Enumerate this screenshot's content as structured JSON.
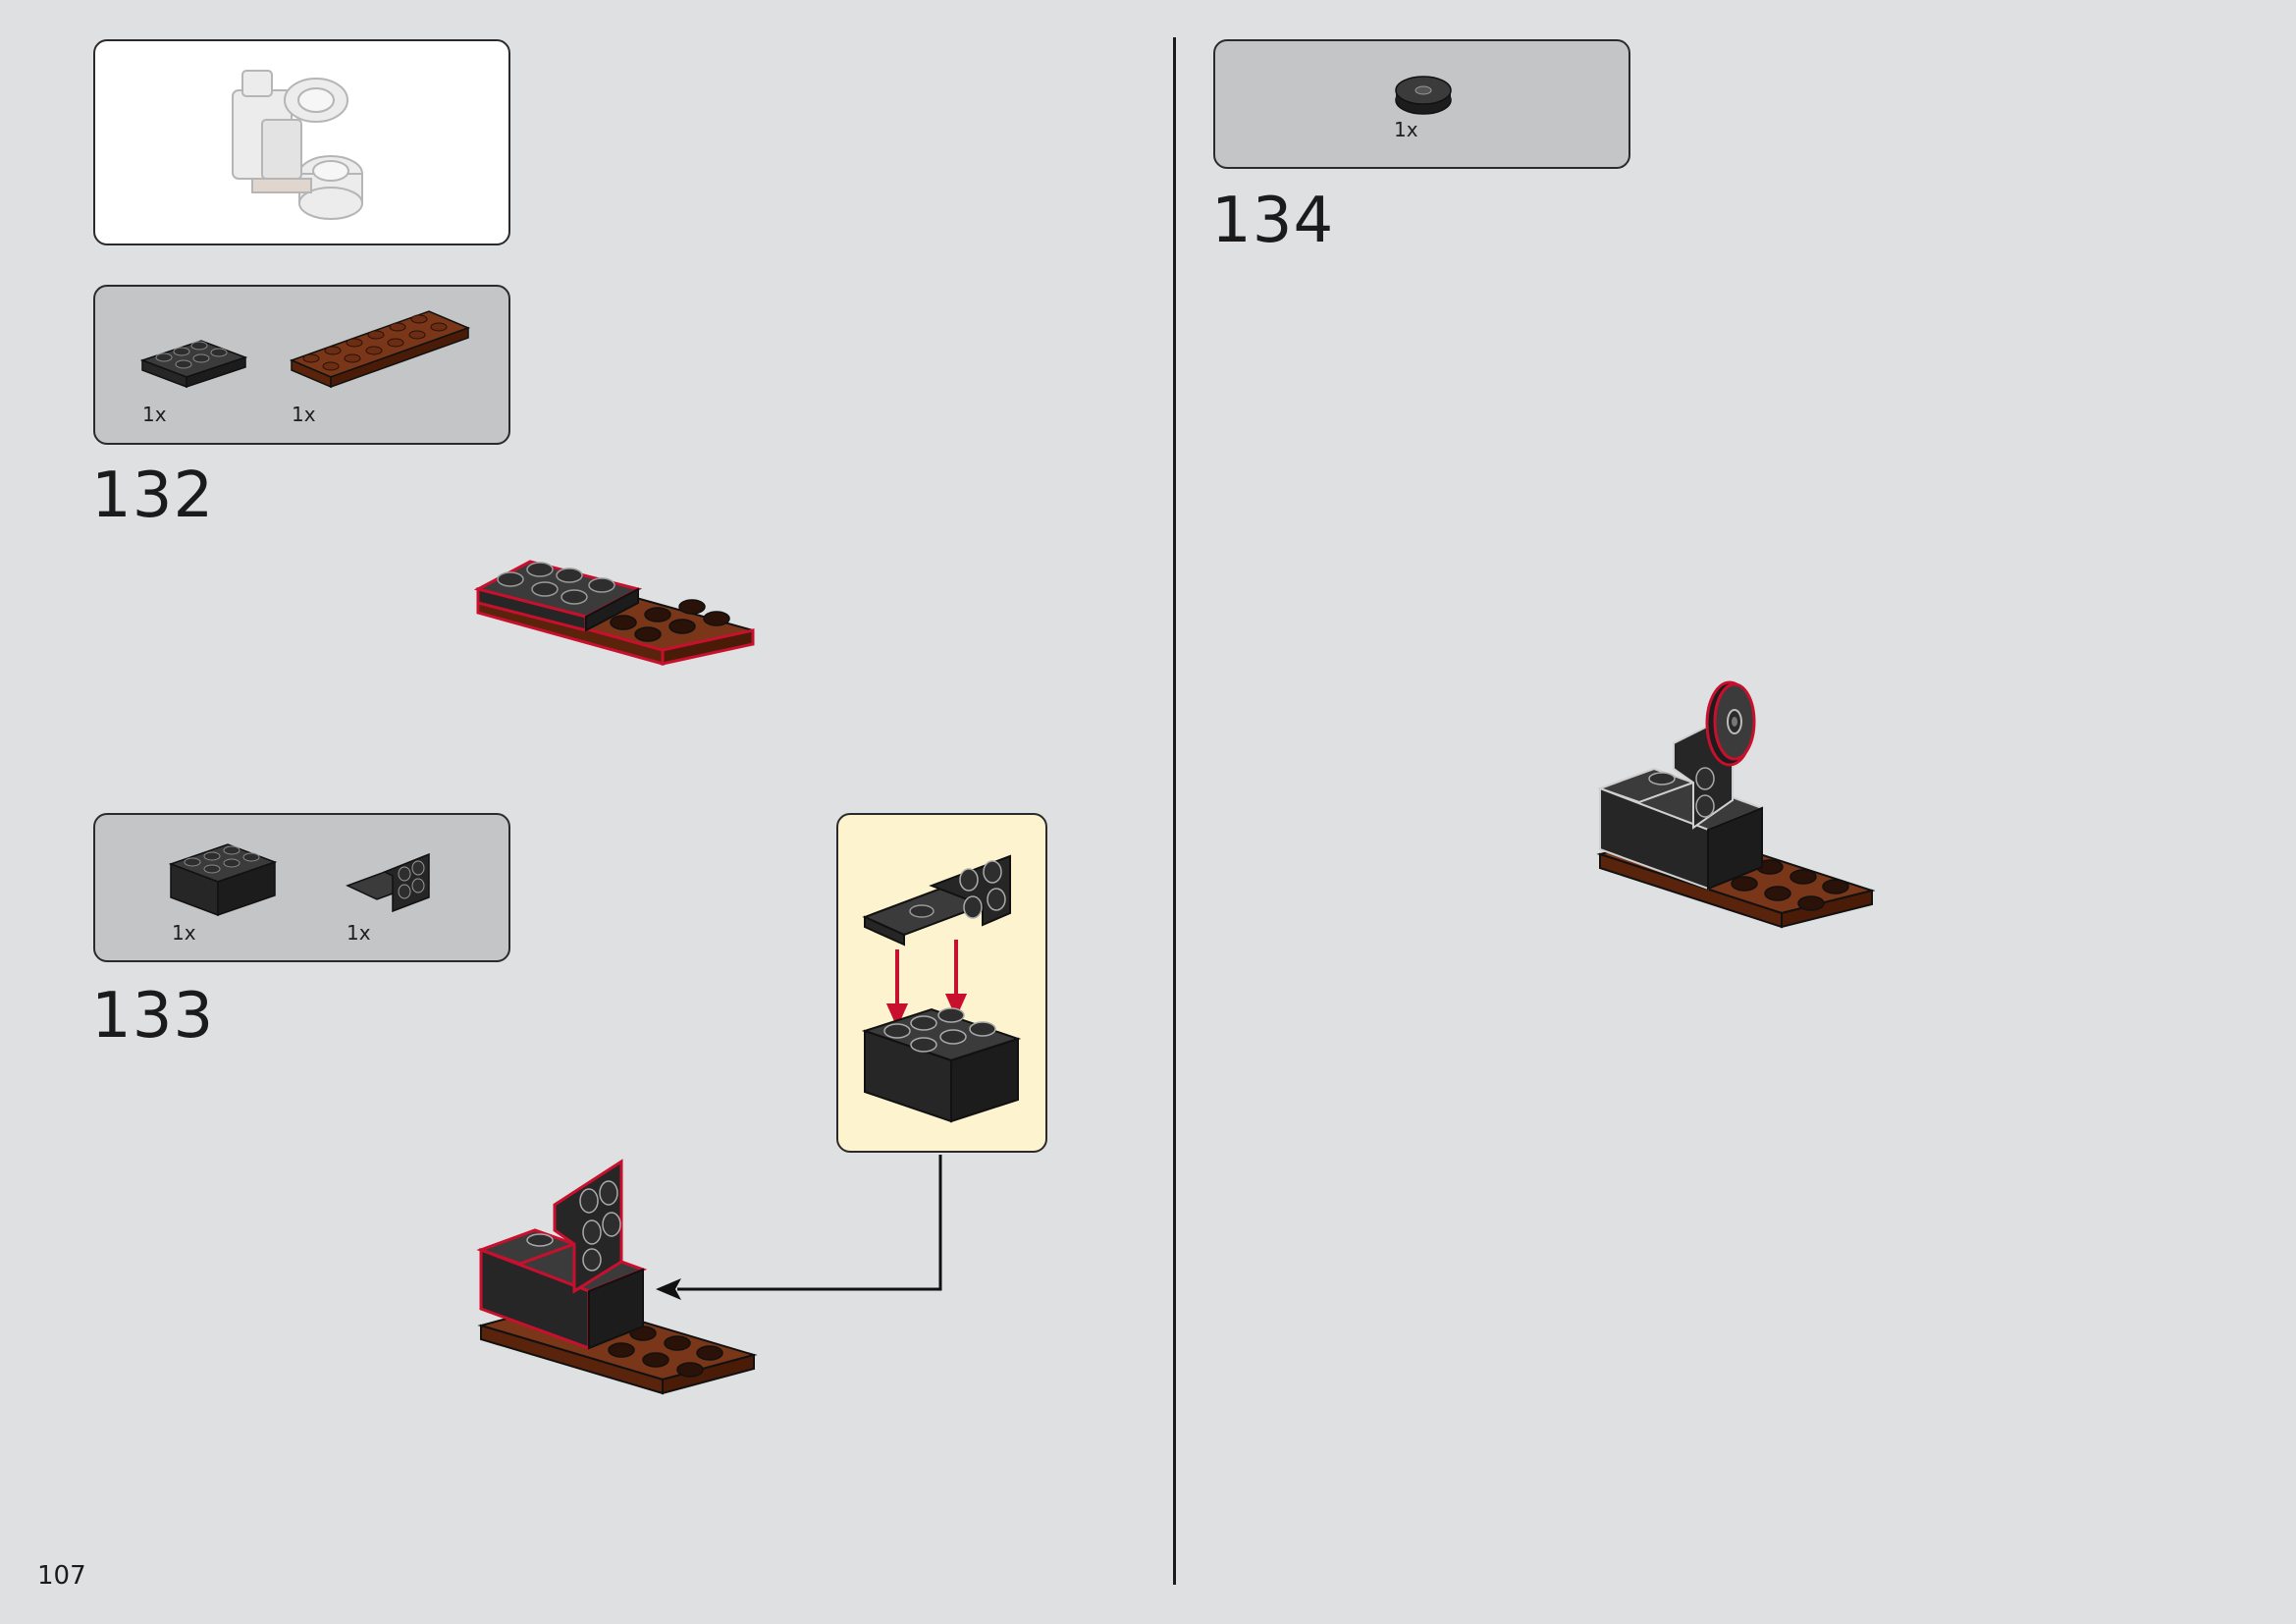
{
  "page": {
    "number": "107"
  },
  "steps": [
    {
      "number": "132",
      "parts": [
        {
          "qty": "1x",
          "part": "black 2x3 plate"
        },
        {
          "qty": "1x",
          "part": "reddish-brown 2x6 plate"
        }
      ]
    },
    {
      "number": "133",
      "parts": [
        {
          "qty": "1x",
          "part": "black 2x3 brick"
        },
        {
          "qty": "1x",
          "part": "black 1x2 - 2x2 bracket"
        }
      ]
    },
    {
      "number": "134",
      "parts": [
        {
          "qty": "1x",
          "part": "black 2x2 round tile with hole"
        }
      ]
    }
  ],
  "colors": {
    "background": "#dfe0e1",
    "parts_panel": "#c4c5c7",
    "overview_panel": "#ffffff",
    "subassembly_panel": "#fdf4cf",
    "brick_black": "#2e2e2e",
    "brick_brown": "#6b2e14",
    "highlight": "#c8102e",
    "arrow_red": "#c8102e"
  }
}
